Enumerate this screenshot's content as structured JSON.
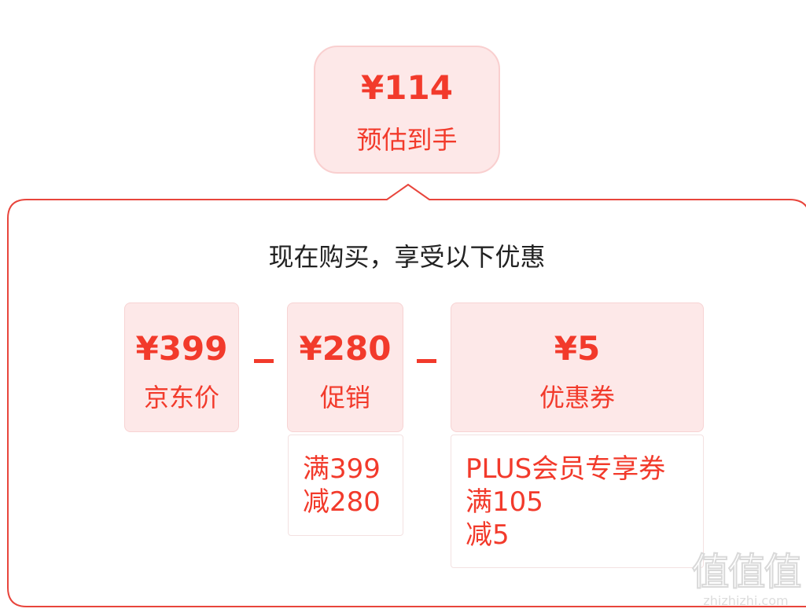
{
  "estimate": {
    "price": "¥114",
    "label": "预估到手"
  },
  "headline": "现在购买，享受以下优惠",
  "cards": [
    {
      "amount": "¥399",
      "name": "京东价"
    },
    {
      "amount": "¥280",
      "name": "促销"
    },
    {
      "amount": "¥5",
      "name": "优惠券"
    }
  ],
  "details": {
    "promo": [
      "满399",
      "减280"
    ],
    "coupon": [
      "PLUS会员专享券",
      "满105",
      "减5"
    ]
  },
  "watermark": {
    "logo": "值值值",
    "url": "zhizhizhi.com"
  },
  "colors": {
    "accent": "#f23a2b",
    "card_bg": "#fde8e8",
    "panel_border": "#e8453c"
  }
}
